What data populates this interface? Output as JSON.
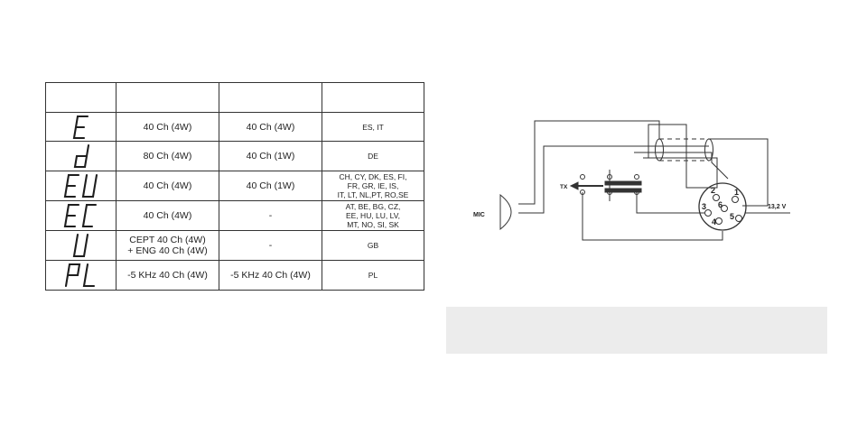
{
  "table": {
    "headers": [
      "",
      "",
      "",
      ""
    ],
    "rows": [
      {
        "code": "E",
        "col1": "40 Ch (4W)",
        "col2": "40 Ch (4W)",
        "countries": "ES, IT"
      },
      {
        "code": "d",
        "col1": "80 Ch (4W)",
        "col2": "40 Ch (1W)",
        "countries": "DE"
      },
      {
        "code": "EU",
        "col1": "40 Ch (4W)",
        "col2": "40 Ch (1W)",
        "countries": "CH, CY, DK, ES, FI,\nFR, GR, IE, IS,\nIT, LT, NL,PT, RO,SE"
      },
      {
        "code": "EC",
        "col1": "40 Ch (4W)",
        "col2": "-",
        "countries": "AT, BE, BG, CZ,\nEE, HU, LU, LV,\nMT, NO, SI, SK"
      },
      {
        "code": "U",
        "col1": "CEPT 40 Ch (4W)\n+ ENG 40 Ch (4W)",
        "col2": "-",
        "countries": "GB"
      },
      {
        "code": "PL",
        "col1": "-5 KHz 40 Ch (4W)",
        "col2": "-5 KHz 40 Ch (4W)",
        "countries": "PL"
      }
    ]
  },
  "diagram": {
    "mic_label": "MIC",
    "tx_label": "TX",
    "voltage_label": "13,2 V",
    "pins": [
      "1",
      "2",
      "3",
      "4",
      "5",
      "6"
    ]
  }
}
